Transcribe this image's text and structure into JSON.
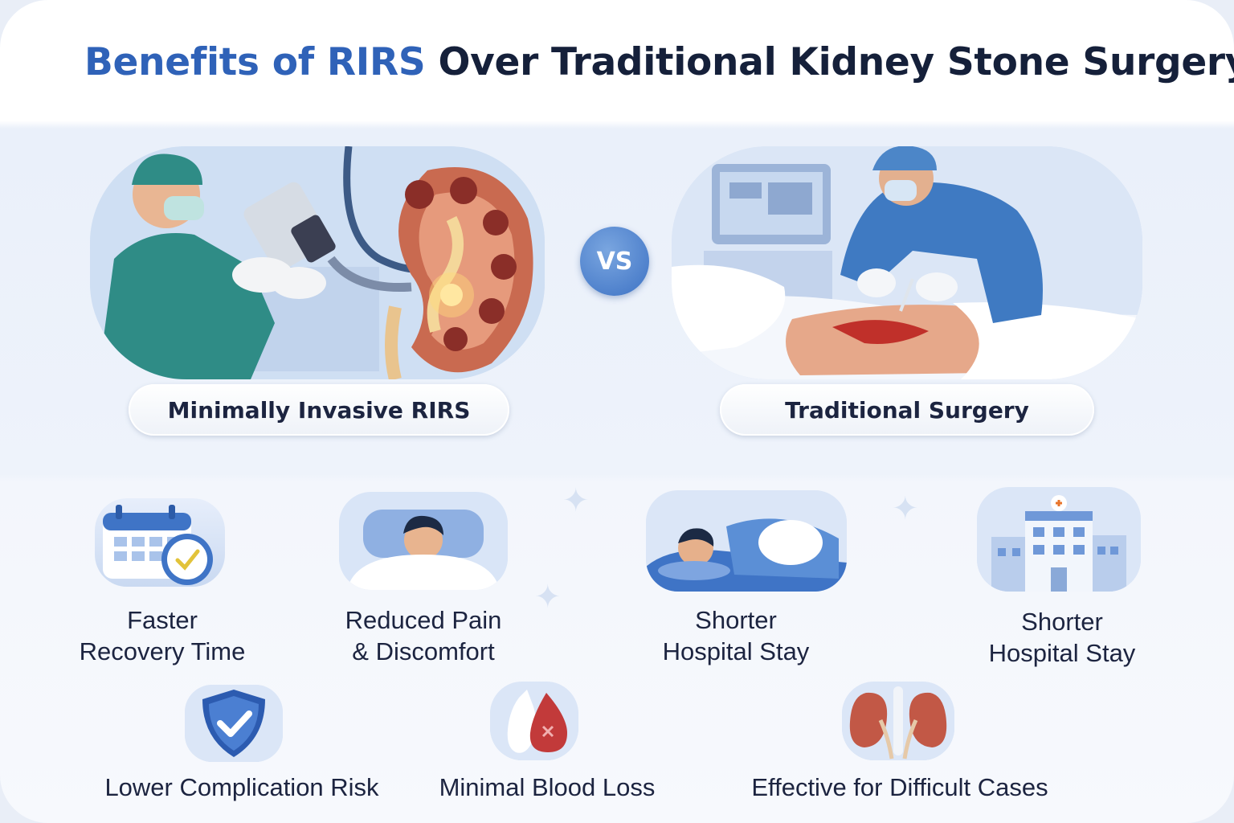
{
  "title": {
    "accent": "Benefits of RIRS",
    "rest": "Over Traditional Kidney Stone Surgery"
  },
  "comparison": {
    "left_label": "Minimally Invasive RIRS",
    "vs": "VS",
    "right_label": "Traditional Surgery"
  },
  "benefits_row1": [
    {
      "line1": "Faster",
      "line2": "Recovery Time",
      "icon": "calendar-clock-icon"
    },
    {
      "line1": "Reduced Pain",
      "line2": "& Discomfort",
      "icon": "resting-patient-icon"
    },
    {
      "line1": "Shorter",
      "line2": "Hospital Stay",
      "icon": "sleeping-patient-icon"
    },
    {
      "line1": "Shorter",
      "line2": "Hospital Stay",
      "icon": "hospital-building-icon"
    }
  ],
  "benefits_row2": [
    {
      "label": "Lower Complication Risk",
      "icon": "shield-check-icon"
    },
    {
      "label": "Minimal Blood Loss",
      "icon": "blood-drop-icon"
    },
    {
      "label": "Effective for Difficult Cases",
      "icon": "kidneys-icon"
    }
  ],
  "colors": {
    "accent": "#2f62b8",
    "title_dark": "#15203a",
    "vs_circle": "#3d72c4"
  }
}
